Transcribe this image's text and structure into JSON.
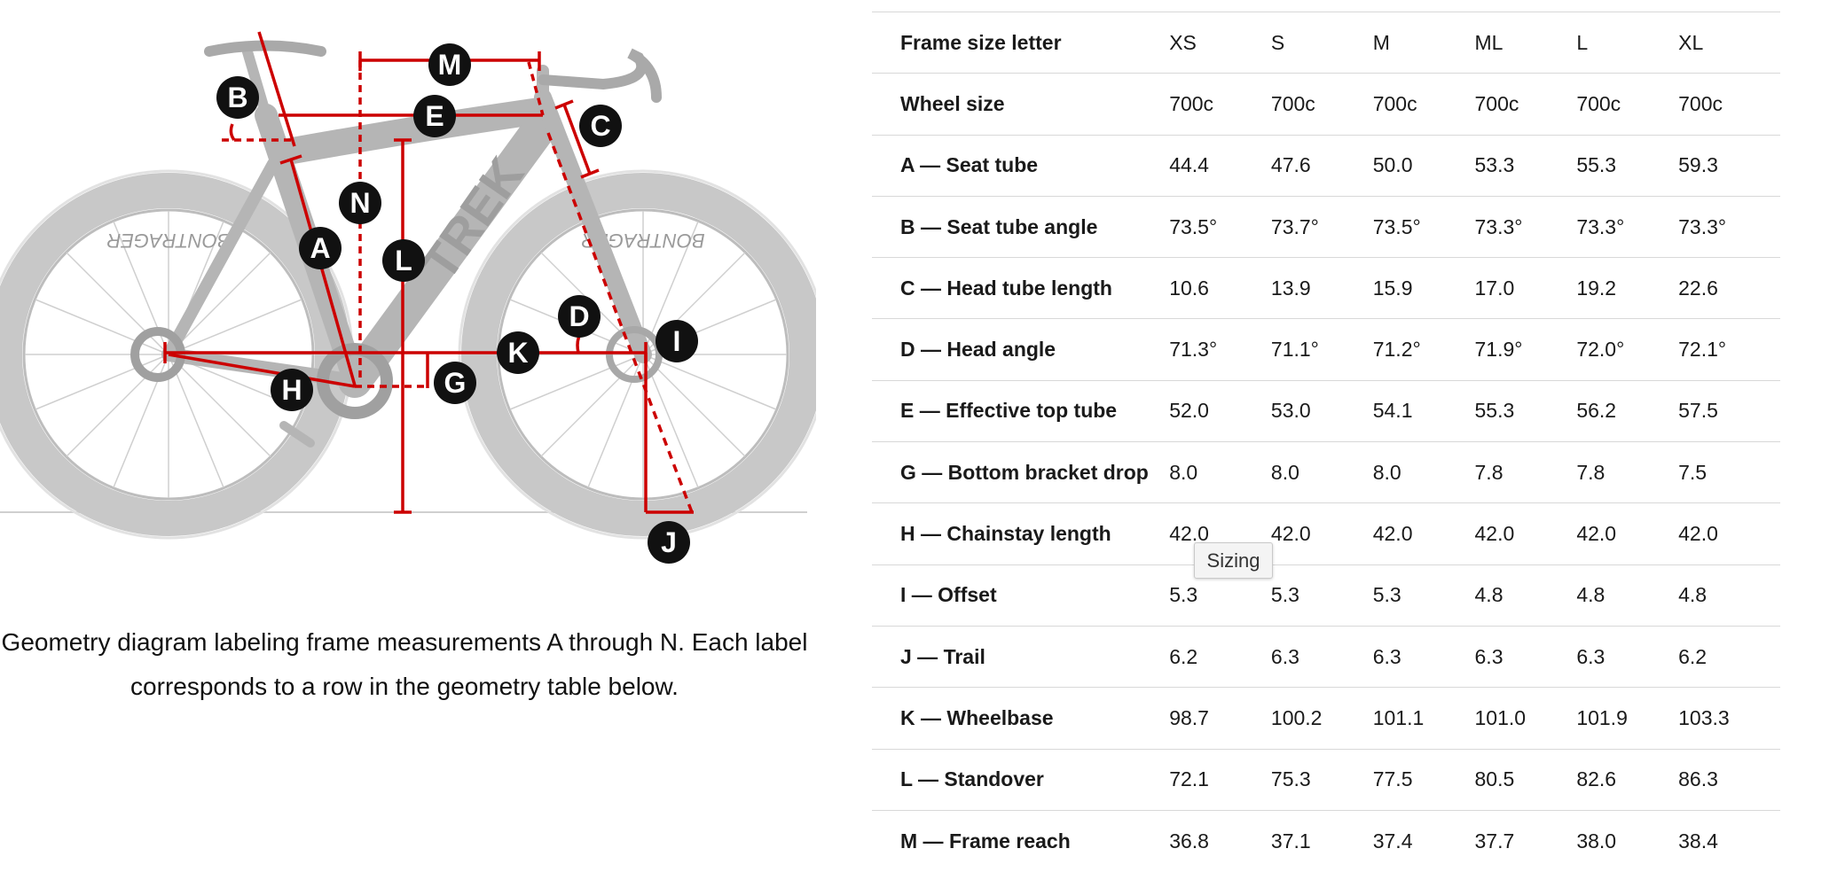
{
  "diagram": {
    "labels": [
      "A",
      "B",
      "C",
      "D",
      "E",
      "G",
      "H",
      "I",
      "J",
      "K",
      "L",
      "M",
      "N"
    ],
    "brand_text": "TREK",
    "rim_text": "BONTRAGER",
    "colors": {
      "measure": "#cc0000",
      "frame": "#b5b5b5",
      "badge": "#111111"
    }
  },
  "caption": "Geometry diagram labeling frame measurements A through N. Each label corresponds to a row in the geometry table below.",
  "table": {
    "rows": [
      {
        "label": "Frame size letter",
        "values": [
          "XS",
          "S",
          "M",
          "ML",
          "L",
          "XL"
        ]
      },
      {
        "label": "Wheel size",
        "values": [
          "700c",
          "700c",
          "700c",
          "700c",
          "700c",
          "700c"
        ]
      },
      {
        "label": "A — Seat tube",
        "values": [
          "44.4",
          "47.6",
          "50.0",
          "53.3",
          "55.3",
          "59.3"
        ]
      },
      {
        "label": "B — Seat tube angle",
        "values": [
          "73.5°",
          "73.7°",
          "73.5°",
          "73.3°",
          "73.3°",
          "73.3°"
        ]
      },
      {
        "label": "C — Head tube length",
        "values": [
          "10.6",
          "13.9",
          "15.9",
          "17.0",
          "19.2",
          "22.6"
        ]
      },
      {
        "label": "D — Head angle",
        "values": [
          "71.3°",
          "71.1°",
          "71.2°",
          "71.9°",
          "72.0°",
          "72.1°"
        ]
      },
      {
        "label": "E — Effective top tube",
        "values": [
          "52.0",
          "53.0",
          "54.1",
          "55.3",
          "56.2",
          "57.5"
        ]
      },
      {
        "label": "G — Bottom bracket drop",
        "values": [
          "8.0",
          "8.0",
          "8.0",
          "7.8",
          "7.8",
          "7.5"
        ]
      },
      {
        "label": "H — Chainstay length",
        "values": [
          "42.0",
          "42.0",
          "42.0",
          "42.0",
          "42.0",
          "42.0"
        ]
      },
      {
        "label": "I — Offset",
        "values": [
          "5.3",
          "5.3",
          "5.3",
          "4.8",
          "4.8",
          "4.8"
        ]
      },
      {
        "label": "J — Trail",
        "values": [
          "6.2",
          "6.3",
          "6.3",
          "6.3",
          "6.3",
          "6.2"
        ]
      },
      {
        "label": "K — Wheelbase",
        "values": [
          "98.7",
          "100.2",
          "101.1",
          "101.0",
          "101.9",
          "103.3"
        ]
      },
      {
        "label": "L — Standover",
        "values": [
          "72.1",
          "75.3",
          "77.5",
          "80.5",
          "82.6",
          "86.3"
        ]
      },
      {
        "label": "M — Frame reach",
        "values": [
          "36.8",
          "37.1",
          "37.4",
          "37.7",
          "38.0",
          "38.4"
        ]
      }
    ]
  },
  "tooltip": "Sizing"
}
